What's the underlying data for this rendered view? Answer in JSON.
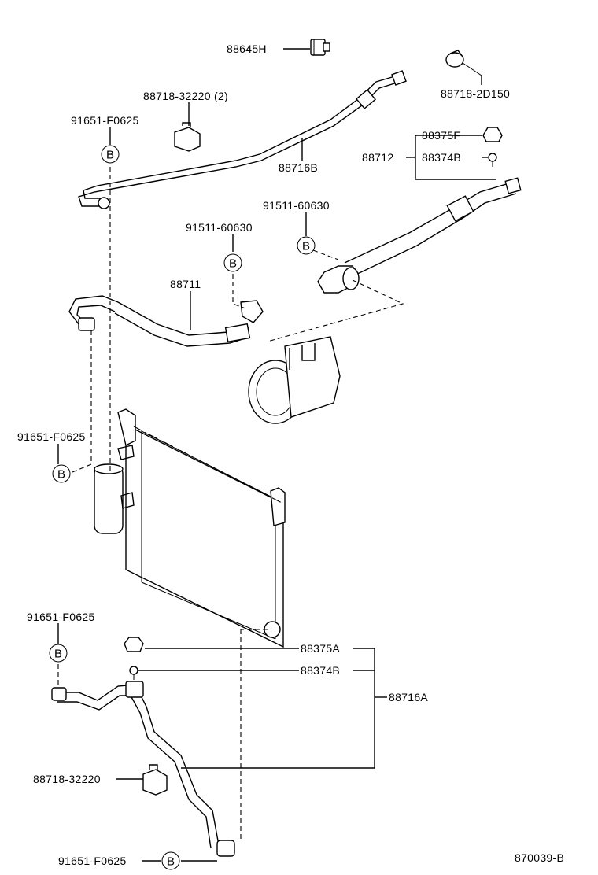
{
  "labels": {
    "p88645H": "88645H",
    "p88718_32220_2": "88718-32220 (2)",
    "p88718_2D150": "88718-2D150",
    "p91651_F0625_top": "91651-F0625",
    "p88375F": "88375F",
    "p88712": "88712",
    "p88374B_top": "88374B",
    "p88716B": "88716B",
    "p91511_60630_right": "91511-60630",
    "p91511_60630_left": "91511-60630",
    "p88711": "88711",
    "p91651_F0625_mid": "91651-F0625",
    "p91651_F0625_low": "91651-F0625",
    "p88375A": "88375A",
    "p88374B_low": "88374B",
    "p88716A": "88716A",
    "p88718_32220": "88718-32220",
    "p91651_F0625_bottom": "91651-F0625",
    "diagram_id": "870039-B"
  },
  "bolt_callout": "B"
}
